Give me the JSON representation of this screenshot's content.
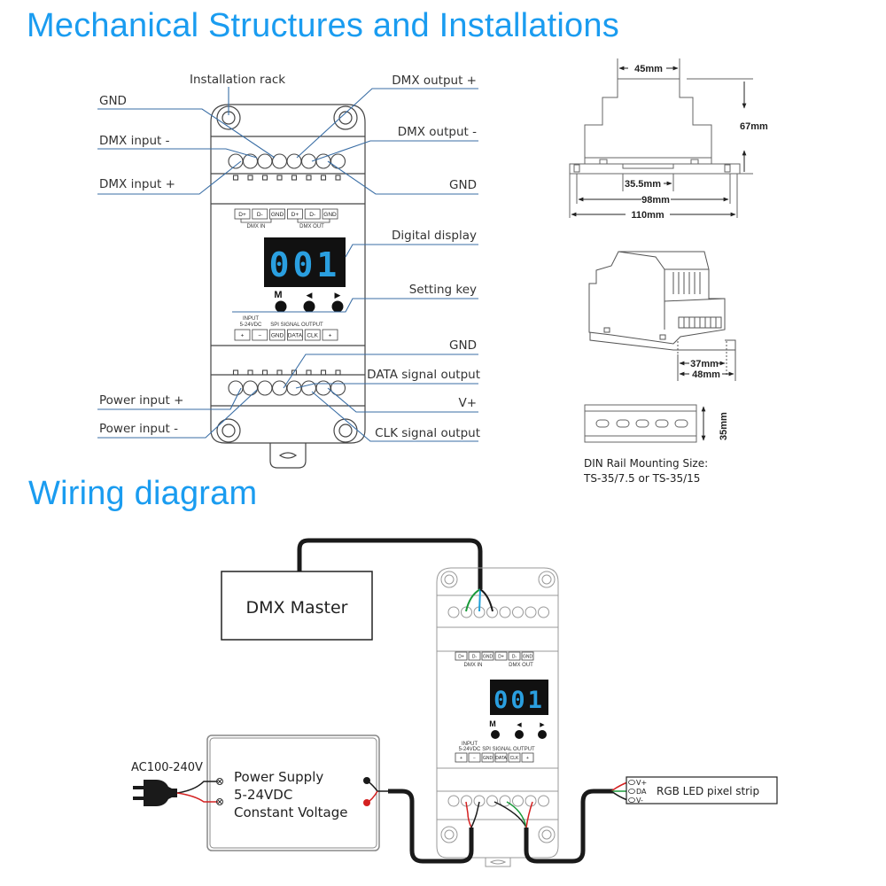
{
  "headings": {
    "mechanical": "Mechanical Structures and Installations",
    "wiring": "Wiring diagram"
  },
  "callouts": {
    "installation_rack": "Installation rack",
    "gnd_top_left": "GND",
    "dmx_input_minus": "DMX input -",
    "dmx_input_plus": "DMX input +",
    "dmx_output_plus": "DMX output +",
    "dmx_output_minus": "DMX output -",
    "gnd_top_right": "GND",
    "digital_display": "Digital display",
    "setting_key": "Setting key",
    "gnd_bottom": "GND",
    "data_signal_output": "DATA signal output",
    "v_plus": "V+",
    "clk_signal_output": "CLK signal output",
    "power_input_plus": "Power input +",
    "power_input_minus": "Power input -"
  },
  "device": {
    "dmx_terminals": [
      "D+",
      "D-",
      "GND",
      "D+",
      "D-",
      "GND"
    ],
    "dmx_in_label": "DMX IN",
    "dmx_out_label": "DMX OUT",
    "display_value": "001",
    "keys": [
      "M",
      "◀",
      "▶"
    ],
    "input_label_1": "INPUT",
    "input_label_2": "5-24VDC",
    "spi_label": "SPI SIGNAL OUTPUT",
    "bottom_terminals": [
      "+",
      "−",
      "GND",
      "DATA",
      "CLK",
      "+"
    ]
  },
  "dimensions": {
    "top_width": "45mm",
    "height": "67mm",
    "rail_gap": "35.5mm",
    "mount_width": "98mm",
    "total_width": "110mm",
    "inner_depth": "37mm",
    "outer_depth": "48mm",
    "rail_height": "35mm",
    "din_caption_1": "DIN Rail Mounting Size:",
    "din_caption_2": "TS-35/7.5 or TS-35/15"
  },
  "wiring": {
    "dmx_master": "DMX Master",
    "ac_input": "AC100-240V",
    "psu_line1": "Power Supply",
    "psu_line2": "5-24VDC",
    "psu_line3": "Constant Voltage",
    "strip_label": "RGB LED pixel strip",
    "strip_pins": [
      "V+",
      "DA",
      "V-"
    ]
  },
  "colors": {
    "heading": "#1a9cf0",
    "callout_line": "#3a6ea5",
    "display_digits": "#2a9fe0",
    "wire_red": "#d42020",
    "wire_green": "#1a9a3a",
    "wire_blue": "#1fa0d8",
    "wire_black": "#1a1a1a"
  }
}
